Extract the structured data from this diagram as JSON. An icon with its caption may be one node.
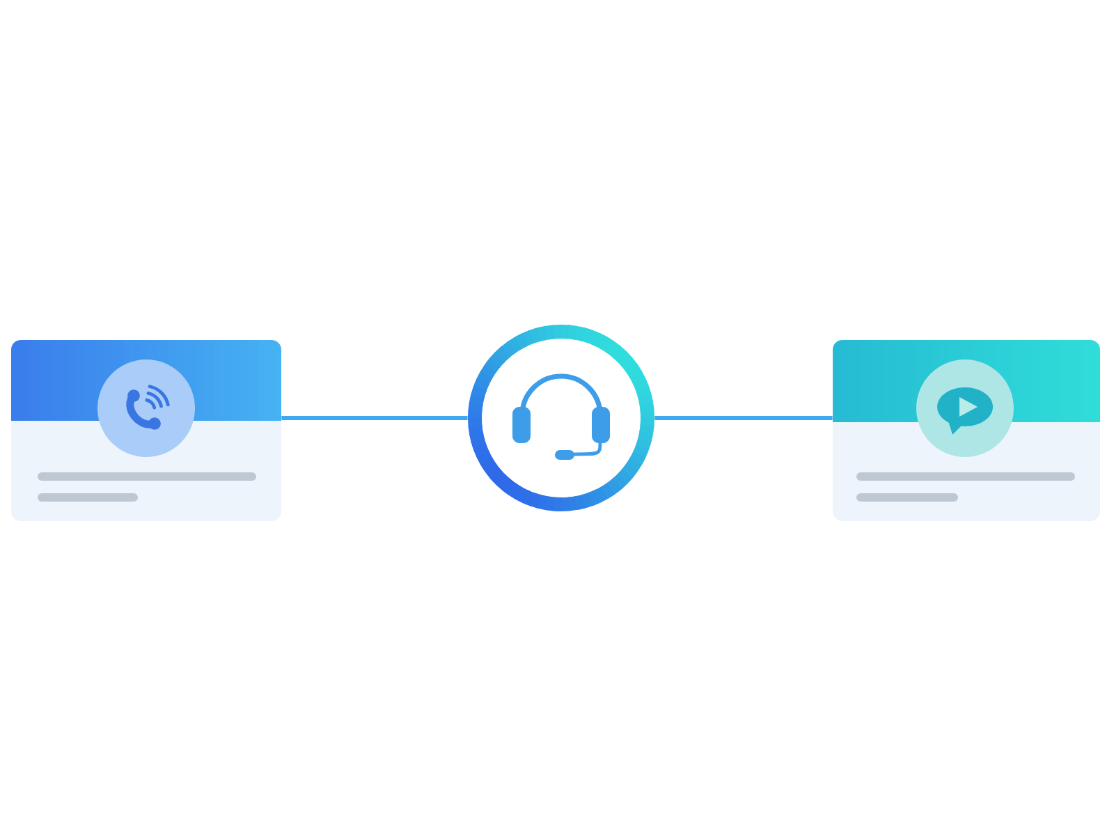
{
  "diagram": {
    "nodes": [
      {
        "text": [],
        "shape": "box"
      },
      {
        "text": [],
        "shape": "circle"
      },
      {
        "text": [],
        "shape": "box"
      }
    ],
    "edges": [
      {
        "from": 0,
        "to": 1,
        "arrow": "none"
      },
      {
        "from": 1,
        "to": 2,
        "arrow": "none"
      }
    ]
  }
}
